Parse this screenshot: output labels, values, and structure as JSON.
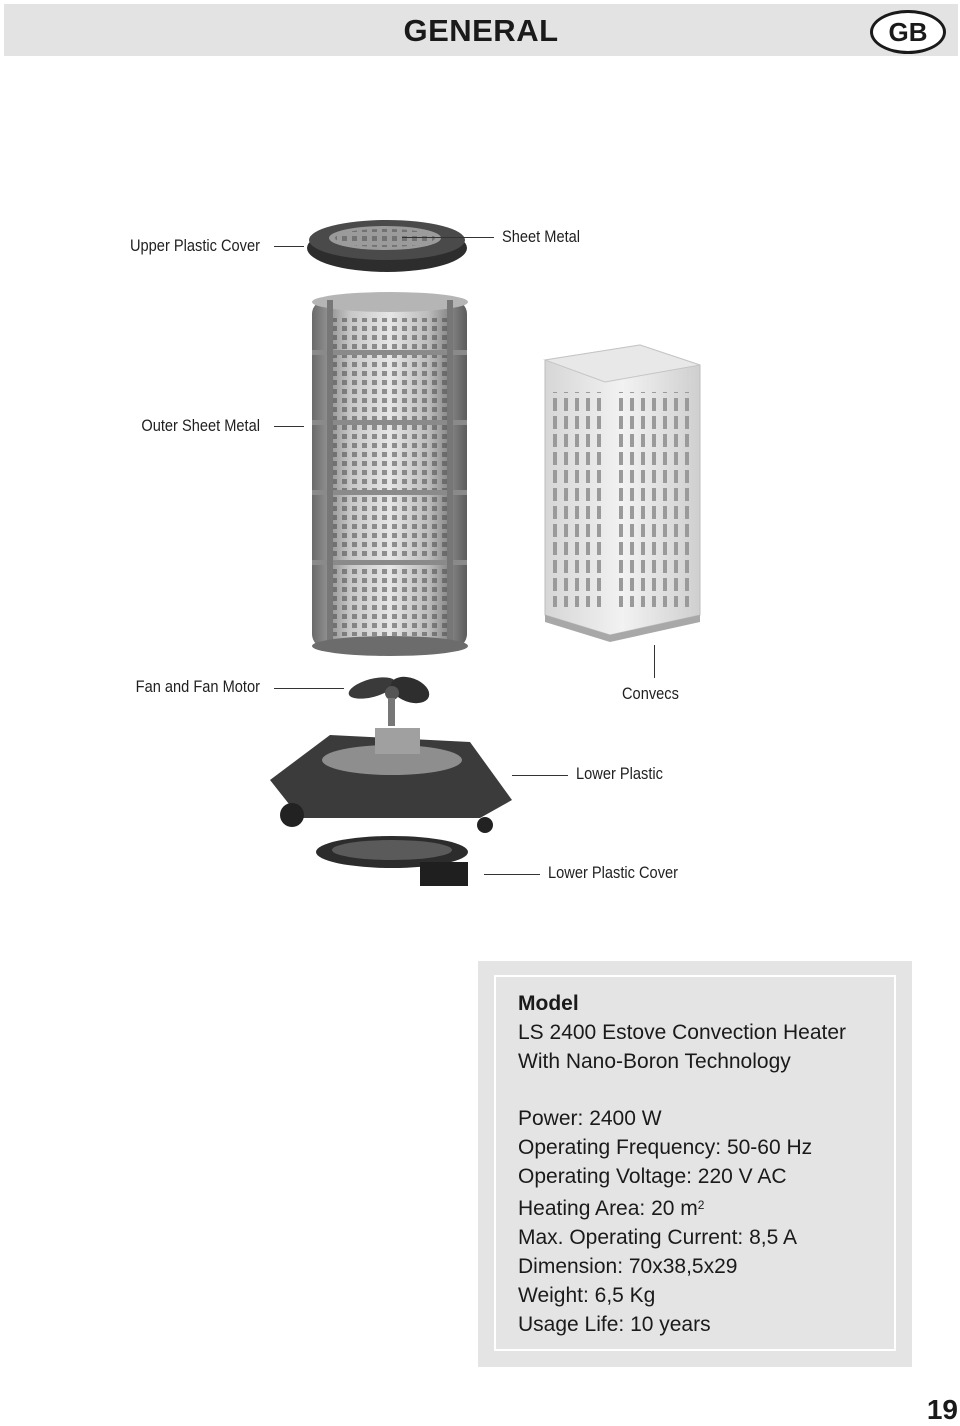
{
  "header": {
    "title": "GENERAL",
    "badge": "GB"
  },
  "labels": {
    "upper_plastic_cover": "Upper Plastic Cover",
    "sheet_metal": "Sheet Metal",
    "outer_sheet_metal": "Outer Sheet Metal",
    "fan_and_fan_motor": "Fan and Fan Motor",
    "convecs": "Convecs",
    "lower_plastic": "Lower Plastic",
    "lower_plastic_cover": "Lower Plastic Cover"
  },
  "specs": {
    "model_heading": "Model",
    "model_line1": "LS 2400 Estove Convection Heater",
    "model_line2": "With Nano-Boron Technology",
    "power": "Power: 2400 W",
    "frequency": "Operating Frequency: 50-60 Hz",
    "voltage": "Operating Voltage: 220 V AC",
    "heating_area": "Heating Area: 20 m",
    "heating_area_sup": "2",
    "current": "Max. Operating Current: 8,5 A",
    "dimension": "Dimension: 70x38,5x29",
    "weight": "Weight: 6,5 Kg",
    "usage_life": "Usage Life: 10 years"
  },
  "page_number": "19"
}
